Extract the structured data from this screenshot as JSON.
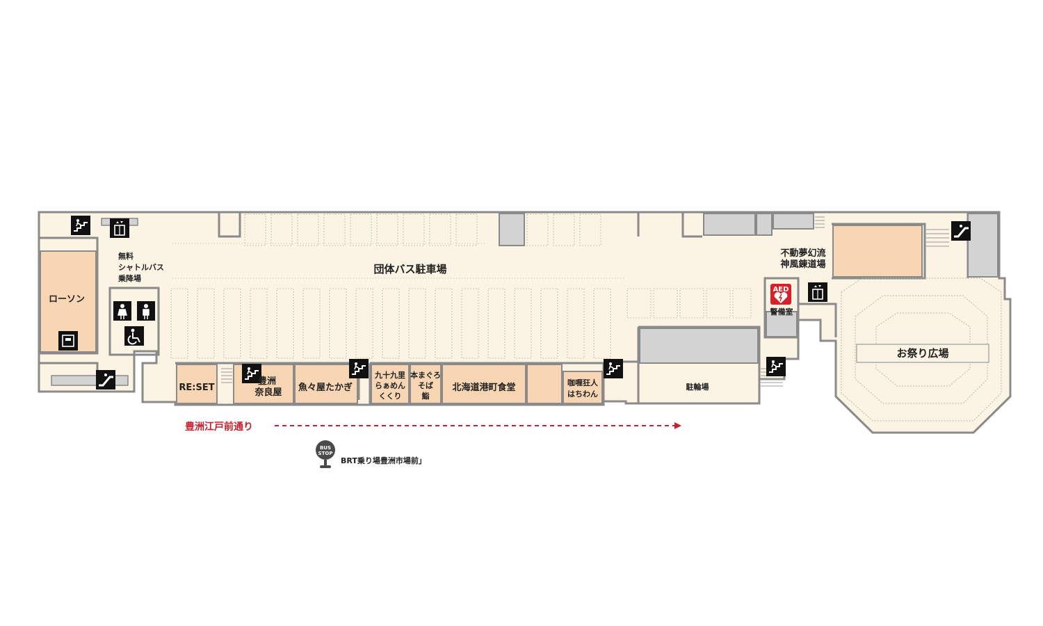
{
  "areas": {
    "bus_parking": "団体バス駐車場",
    "shuttle_bus_stop": [
      "無料",
      "シャトルバス",
      "乗降場"
    ],
    "bicycle_parking": "駐輪場",
    "festival_plaza": "お祭り広場",
    "security_room": "警備室"
  },
  "shops": {
    "lawson": "ローソン",
    "reset": "RE:SET",
    "toyosu_naraya": [
      "豊洲",
      "奈良屋"
    ],
    "uouoya_takagi": "魚々屋たかぎ",
    "tsukumo_ramen": [
      "九十九里",
      "らぁめん",
      "くくり"
    ],
    "hon_maguro_soba": [
      "本まぐろ",
      "そば",
      "鮨"
    ],
    "hokkaido_minato": "北海道港町食堂",
    "curry_kyojin": [
      "咖喱狂人",
      "はちわん"
    ],
    "fudo_mugen": [
      "不動夢幻流",
      "神風錬道場"
    ]
  },
  "street": {
    "name": "豊洲江戸前通り"
  },
  "bus_stop": {
    "icon_text": [
      "BUS",
      "STOP"
    ],
    "label": "BRT乗り場豊洲市場前」"
  },
  "aed": {
    "label": "AED"
  },
  "colors": {
    "floor": "#fbf3e3",
    "wall": "#8a8a8a",
    "shop": "#f8d6b4",
    "gray_block": "#d3d3d3",
    "street_arrow": "#c8202c",
    "icon_bg": "#111111",
    "aed_red": "#d6202a"
  },
  "icons": [
    "stairs-icon",
    "elevator-icon",
    "escalator-icon",
    "restroom-female-icon",
    "restroom-male-icon",
    "accessible-icon",
    "atm-icon",
    "aed-icon",
    "bus-stop-icon"
  ]
}
